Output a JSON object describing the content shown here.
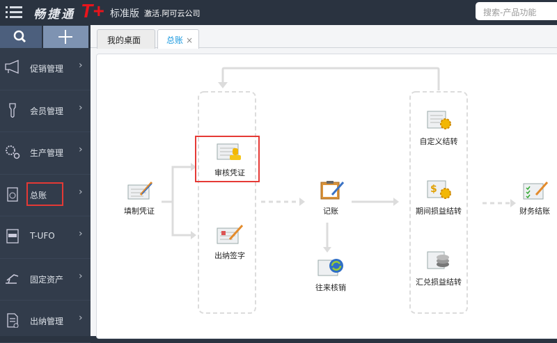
{
  "header": {
    "brand": "畅捷通",
    "brand_mark": "T+",
    "edition": "标准版",
    "company": "激活.阿可云公司",
    "search_placeholder": "搜索-产品功能"
  },
  "sidebar": {
    "items": [
      {
        "label": "促销管理",
        "icon": "megaphone-icon"
      },
      {
        "label": "会员管理",
        "icon": "member-icon"
      },
      {
        "label": "生产管理",
        "icon": "gears-icon"
      },
      {
        "label": "总账",
        "icon": "ledger-icon"
      },
      {
        "label": "T-UFO",
        "icon": "tufo-icon"
      },
      {
        "label": "固定资产",
        "icon": "asset-icon"
      },
      {
        "label": "出纳管理",
        "icon": "cashier-icon"
      }
    ]
  },
  "tabs": [
    {
      "label": "我的桌面"
    },
    {
      "label": "总账",
      "close": "×"
    }
  ],
  "flow": {
    "fill": "填制凭证",
    "audit": "审核凭证",
    "sign": "出纳签字",
    "post": "记账",
    "reconcile": "往来核销",
    "custom": "自定义结转",
    "pl": "期间损益结转",
    "fx": "汇兑损益结转",
    "close": "财务结账"
  }
}
